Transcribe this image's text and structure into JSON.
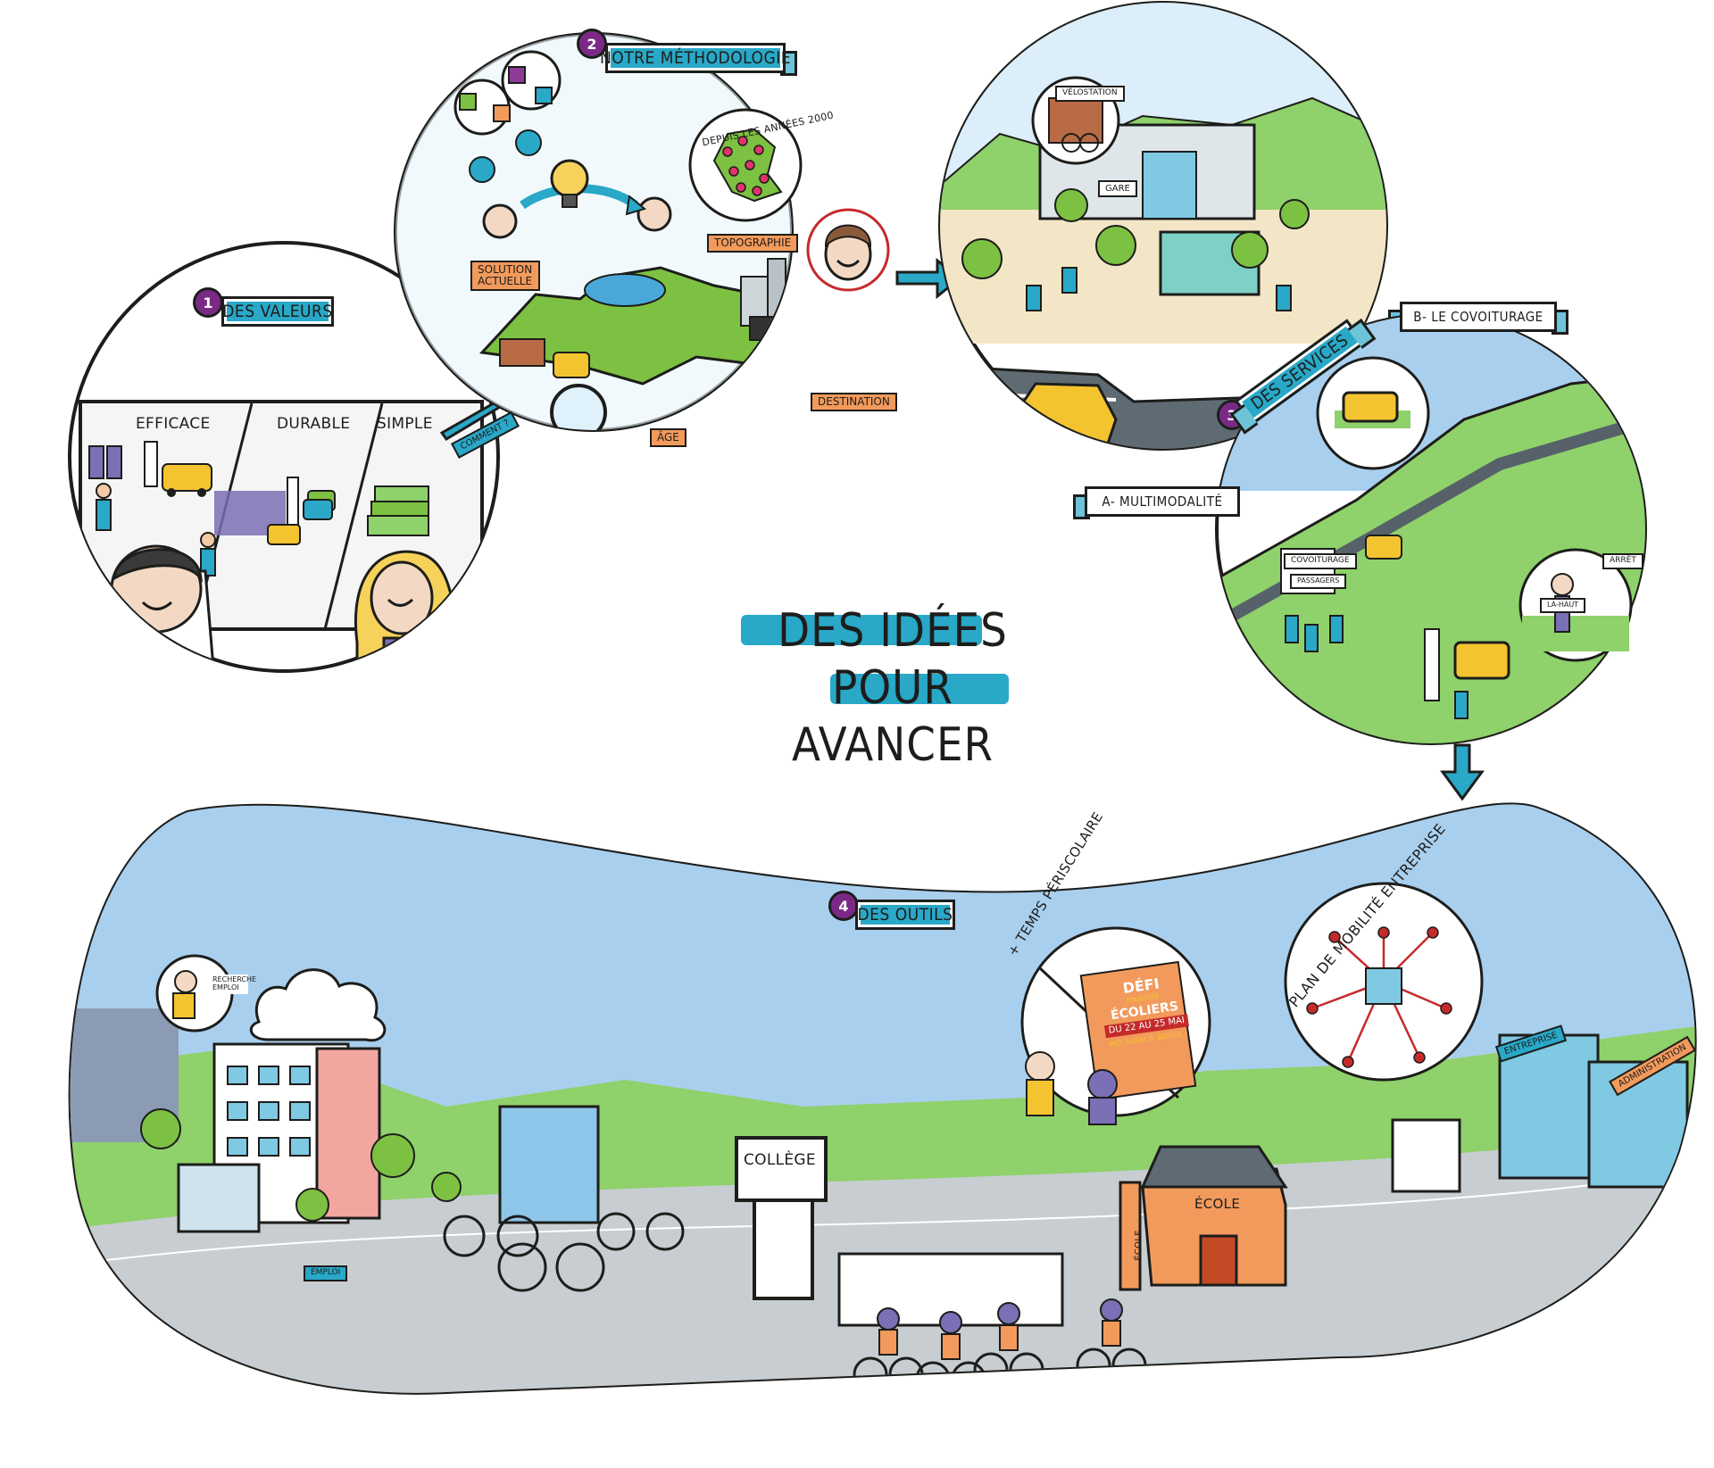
{
  "title": {
    "line1": "DES IDÉES",
    "line2": "POUR AVANCER"
  },
  "colors": {
    "accent_blue": "#29a8c8",
    "badge_purple": "#7a2a86",
    "tag_orange": "#f29a5c",
    "grass_green": "#7dc142",
    "sky_blue": "#a9cfee",
    "ink": "#1d1d1b"
  },
  "section1": {
    "number": "1",
    "ribbon": "DES VALEURS",
    "columns": [
      "EFFICACE",
      "DURABLE",
      "SIMPLE"
    ],
    "arrow_label": "COMMENT ?"
  },
  "section2": {
    "number": "2",
    "ribbon": "NOTRE MÉTHODOLOGIE",
    "depuis": "DEPUIS LES ANNÉES 2000",
    "tags": {
      "solution": "SOLUTION ACTUELLE",
      "topographie": "TOPOGRAPHIE",
      "destination": "DESTINATION",
      "age": "ÂGE"
    }
  },
  "section3": {
    "number": "3",
    "ribbon": "DES SERVICES",
    "sub_a": "A- MULTIMODALITÉ",
    "sub_b": "B- LE COVOITURAGE",
    "signs": {
      "velostation": "VÉLOSTATION",
      "gare": "GARE",
      "covoiturage": "COVOITURAGE",
      "passagers": "PASSAGERS",
      "arret": "ARRÊT",
      "la_haut": "LÀ-HAUT"
    }
  },
  "section4": {
    "number": "4",
    "ribbon": "DES OUTILS",
    "recherche": "RECHERCHE EMPLOI",
    "emploi": "EMPLOI",
    "college": "COLLÈGE",
    "ecole": "ÉCOLE",
    "ecole_pencil": "ÉCOLE",
    "periscolaire": "+ TEMPS PÉRISCOLAIRE",
    "plan": "PLAN DE MOBILITÉ ENTREPRISE",
    "entreprise": "ENTREPRISE",
    "administration": "ADMINISTRATION",
    "poster": {
      "defi": "DÉFI",
      "mobilite": "mobilité",
      "ecoliers": "ÉCOLIERS",
      "dates": "DU 22 AU 25 MAI",
      "bottom": "MOI AUSSI JE BOUGE !"
    }
  }
}
